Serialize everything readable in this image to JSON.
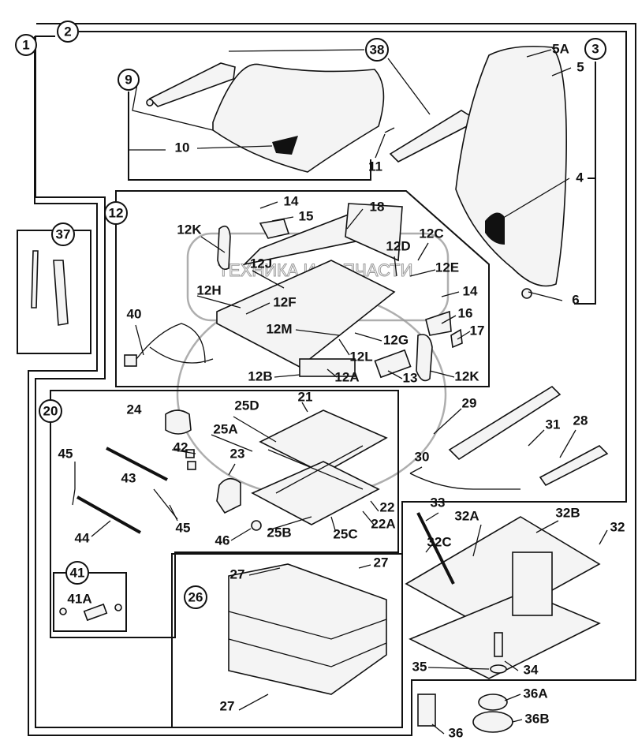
{
  "watermark": {
    "text": "ТЕХНИКА И ЗАПЧАСТИ"
  },
  "callouts": {
    "c1": "1",
    "c2": "2",
    "c3": "3",
    "c9": "9",
    "c12": "12",
    "c20": "20",
    "c26": "26",
    "c37": "37",
    "c38": "38",
    "c41": "41"
  },
  "labels": {
    "l5A": "5A",
    "l5": "5",
    "l4": "4",
    "l6": "6",
    "l10": "10",
    "l11": "11",
    "l14a": "14",
    "l15": "15",
    "l18": "18",
    "l12Ka": "12K",
    "l12C": "12C",
    "l12D": "12D",
    "l12E": "12E",
    "l12J": "12J",
    "l14b": "14",
    "l12H": "12H",
    "l12F": "12F",
    "l16": "16",
    "l17": "17",
    "l40": "40",
    "l12M": "12M",
    "l12G": "12G",
    "l12L": "12L",
    "l12B": "12B",
    "l12A": "12A",
    "l13": "13",
    "l12Kb": "12K",
    "l21": "21",
    "l24": "24",
    "l25D": "25D",
    "l25A": "25A",
    "l29": "29",
    "l31": "31",
    "l28": "28",
    "l42": "42",
    "l23": "23",
    "l45a": "45",
    "l43": "43",
    "l30": "30",
    "l33": "33",
    "l32B": "32B",
    "l32A": "32A",
    "l32": "32",
    "l32C": "32C",
    "l22": "22",
    "l22A": "22A",
    "l25B": "25B",
    "l25C": "25C",
    "l44": "44",
    "l45b": "45",
    "l46": "46",
    "l27a": "27",
    "l27b": "27",
    "l41A": "41A",
    "l35": "35",
    "l34": "34",
    "l36A": "36A",
    "l36B": "36B",
    "l27c": "27",
    "l36": "36"
  }
}
